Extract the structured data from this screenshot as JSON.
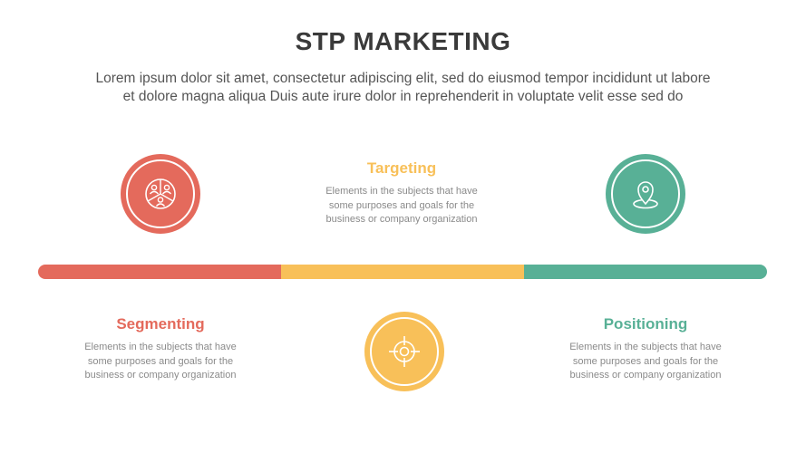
{
  "title": "STP MARKETING",
  "subtitle_line1": "Lorem ipsum dolor sit amet, consectetur adipiscing elit, sed do eiusmod tempor incididunt ut labore",
  "subtitle_line2": "et dolore magna aliqua Duis aute irure dolor in reprehenderit in voluptate velit esse sed do",
  "colors": {
    "segmenting": "#e46a5c",
    "targeting": "#f8c059",
    "positioning": "#58b096"
  },
  "steps": [
    {
      "heading": "Segmenting",
      "icon": "people-group-icon",
      "desc1": "Elements in the subjects that have",
      "desc2": "some purposes and goals for the",
      "desc3": "business or company organization"
    },
    {
      "heading": "Targeting",
      "icon": "target-crosshair-icon",
      "desc1": "Elements in the subjects that have",
      "desc2": "some purposes and goals for the",
      "desc3": "business or company organization"
    },
    {
      "heading": "Positioning",
      "icon": "location-pin-icon",
      "desc1": "Elements in the subjects that have",
      "desc2": "some purposes and goals for the",
      "desc3": "business or company organization"
    }
  ]
}
